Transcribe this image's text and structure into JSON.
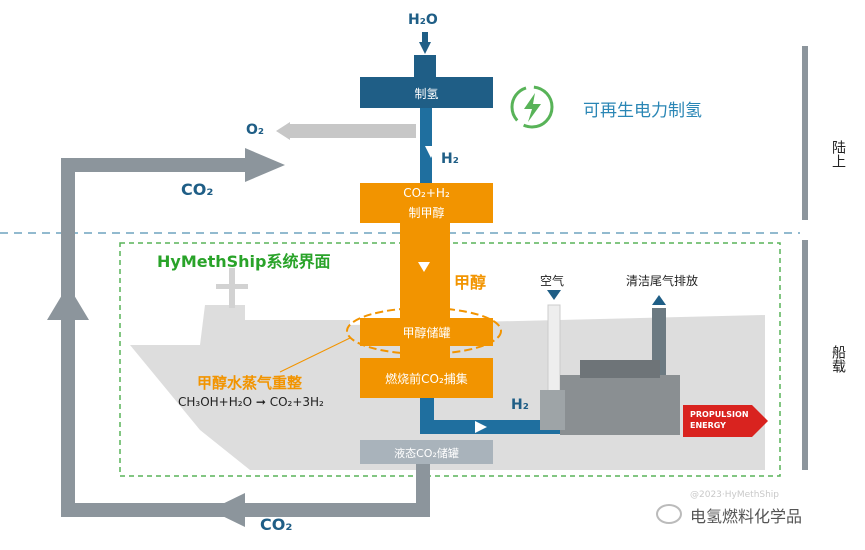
{
  "inputs": {
    "water": "H₂O",
    "oxygen": "O₂",
    "hydrogen_top": "H₂",
    "hydrogen_bottom": "H₂"
  },
  "boxes": {
    "electrolysis": "制氢",
    "methanol_synthesis_line1": "CO₂+H₂",
    "methanol_synthesis_line2": "制甲醇",
    "methanol_storage": "甲醇储罐",
    "pre_combustion_capture": "燃烧前CO₂捕集",
    "liquid_co2_storage": "液态CO₂储罐"
  },
  "labels": {
    "renewable": "可再生电力制氢",
    "system_boundary": "HyMethShip系统界面",
    "methanol": "甲醇",
    "air": "空气",
    "clean_exhaust": "清洁尾气排放",
    "reforming_title": "甲醇水蒸气重整",
    "reforming_reaction": "CH₃OH+H₂O ➞ CO₂+3H₂",
    "co2_top": "CO₂",
    "co2_bottom": "CO₂",
    "propulsion_line1": "PROPULSION",
    "propulsion_line2": "ENERGY",
    "shore": "陆上",
    "ship": "船载",
    "watermark": "电氢燃料化学品",
    "faint_text": "@2023·HyMethShip"
  },
  "colors": {
    "navy": "#1f5e86",
    "orange": "#f29400",
    "green": "#29a329",
    "gray_loop": "#8c959c",
    "ship": "#dcdcdc",
    "red": "#d9231f"
  }
}
